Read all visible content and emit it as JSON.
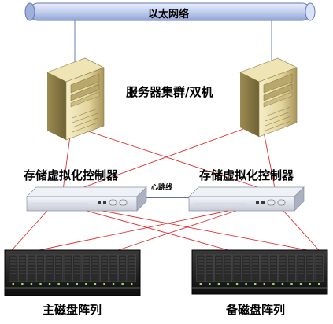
{
  "network": {
    "label": "以太网络"
  },
  "servers": {
    "label": "服务器集群/双机"
  },
  "controllers": {
    "left_label": "存储虚拟化控制器",
    "right_label": "存储虚拟化控制器",
    "link_label": "心跳线"
  },
  "arrays": {
    "left_label": "主磁盘阵列",
    "right_label": "备磁盘阵列"
  },
  "colors": {
    "bus_fill": "#c6d2ef",
    "bus_stroke": "#6478b4",
    "link_lines": "#e03030",
    "network_lines": "#6a7fc0",
    "server_body": "#c9b676",
    "array_body": "#1a1a1a"
  },
  "icons": [
    "ethernet-bus-icon",
    "server-tower-icon",
    "controller-device-icon",
    "disk-array-icon"
  ]
}
